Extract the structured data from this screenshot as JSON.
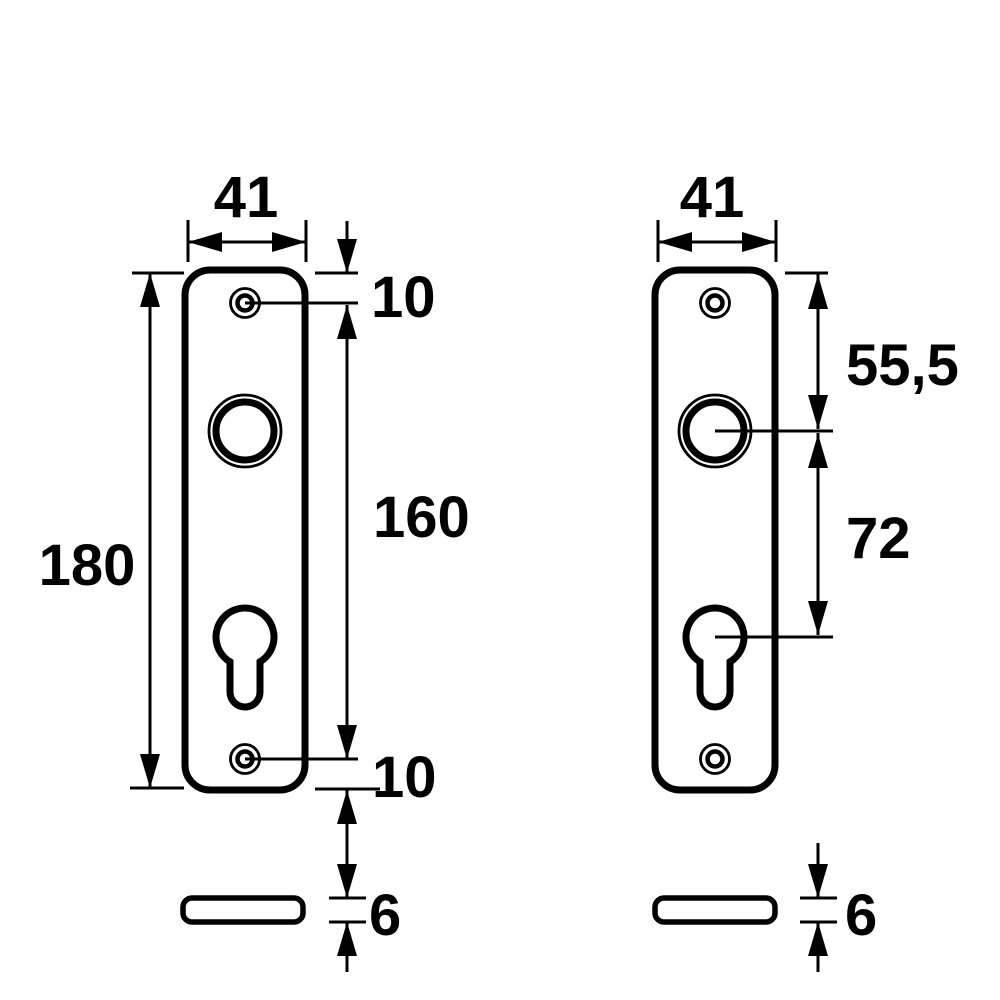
{
  "canvas": {
    "background_color": "#ffffff",
    "line_color": "#000000"
  },
  "left_drawing": {
    "width_label": "41",
    "height_label": "180",
    "top_hole_offset_label": "10",
    "hole_spacing_label": "160",
    "bottom_hole_offset_label": "10",
    "thickness_label": "6"
  },
  "right_drawing": {
    "width_label": "41",
    "top_to_handle_label": "55,5",
    "handle_to_cylinder_label": "72",
    "thickness_label": "6"
  }
}
